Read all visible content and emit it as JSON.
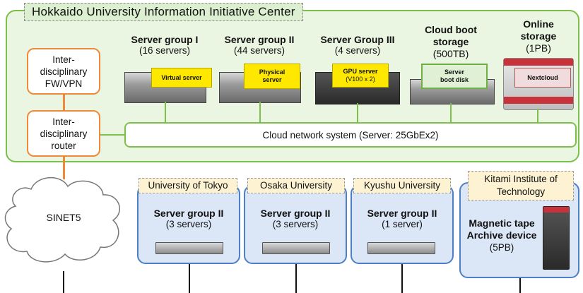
{
  "center": {
    "title": "Hokkaido University Information Initiative Center"
  },
  "firewall": {
    "label_l1": "Inter-",
    "label_l2": "disciplinary",
    "label_l3": "FW/VPN"
  },
  "router": {
    "label_l1": "Inter-",
    "label_l2": "disciplinary",
    "label_l3": "router"
  },
  "groups": [
    {
      "title": "Server group I",
      "count": "(16 servers)",
      "tag": "Virtual server"
    },
    {
      "title": "Server group II",
      "count": "(44 servers)",
      "tag_l1": "Physical",
      "tag_l2": "server"
    },
    {
      "title": "Server Group III",
      "count": "(4 servers)",
      "tag_l1": "GPU server",
      "tag_l2": "(V100 x 2)"
    }
  ],
  "cloud_boot": {
    "title_l1": "Cloud boot",
    "title_l2": "storage",
    "size": "(500TB)",
    "tag_l1": "Server",
    "tag_l2": "boot disk"
  },
  "online_storage": {
    "title_l1": "Online",
    "title_l2": "storage",
    "size": "(1PB)",
    "tag": "Nextcloud"
  },
  "network": {
    "label": "Cloud network system (Server: 25GbEx2)"
  },
  "sinet": {
    "label": "SINET5"
  },
  "sites": [
    {
      "university": "University of Tokyo",
      "group": "Server group II",
      "count": "(3 servers)"
    },
    {
      "university": "Osaka University",
      "group": "Server group II",
      "count": "(3 servers)"
    },
    {
      "university": "Kyushu University",
      "group": "Server group II",
      "count": "(1 server)"
    }
  ],
  "kitami": {
    "university_l1": "Kitami Institute of",
    "university_l2": "Technology",
    "device_l1": "Magnetic tape",
    "device_l2": "Archive device",
    "size": "(5PB)"
  },
  "colors": {
    "green": "#7cbf4a",
    "orange": "#ef8a3a",
    "blue": "#4c7fc6",
    "yellow": "#ffe800"
  },
  "icons": [
    "server-rack-icon",
    "cloud-icon",
    "tape-library-icon",
    "storage-array-icon"
  ]
}
